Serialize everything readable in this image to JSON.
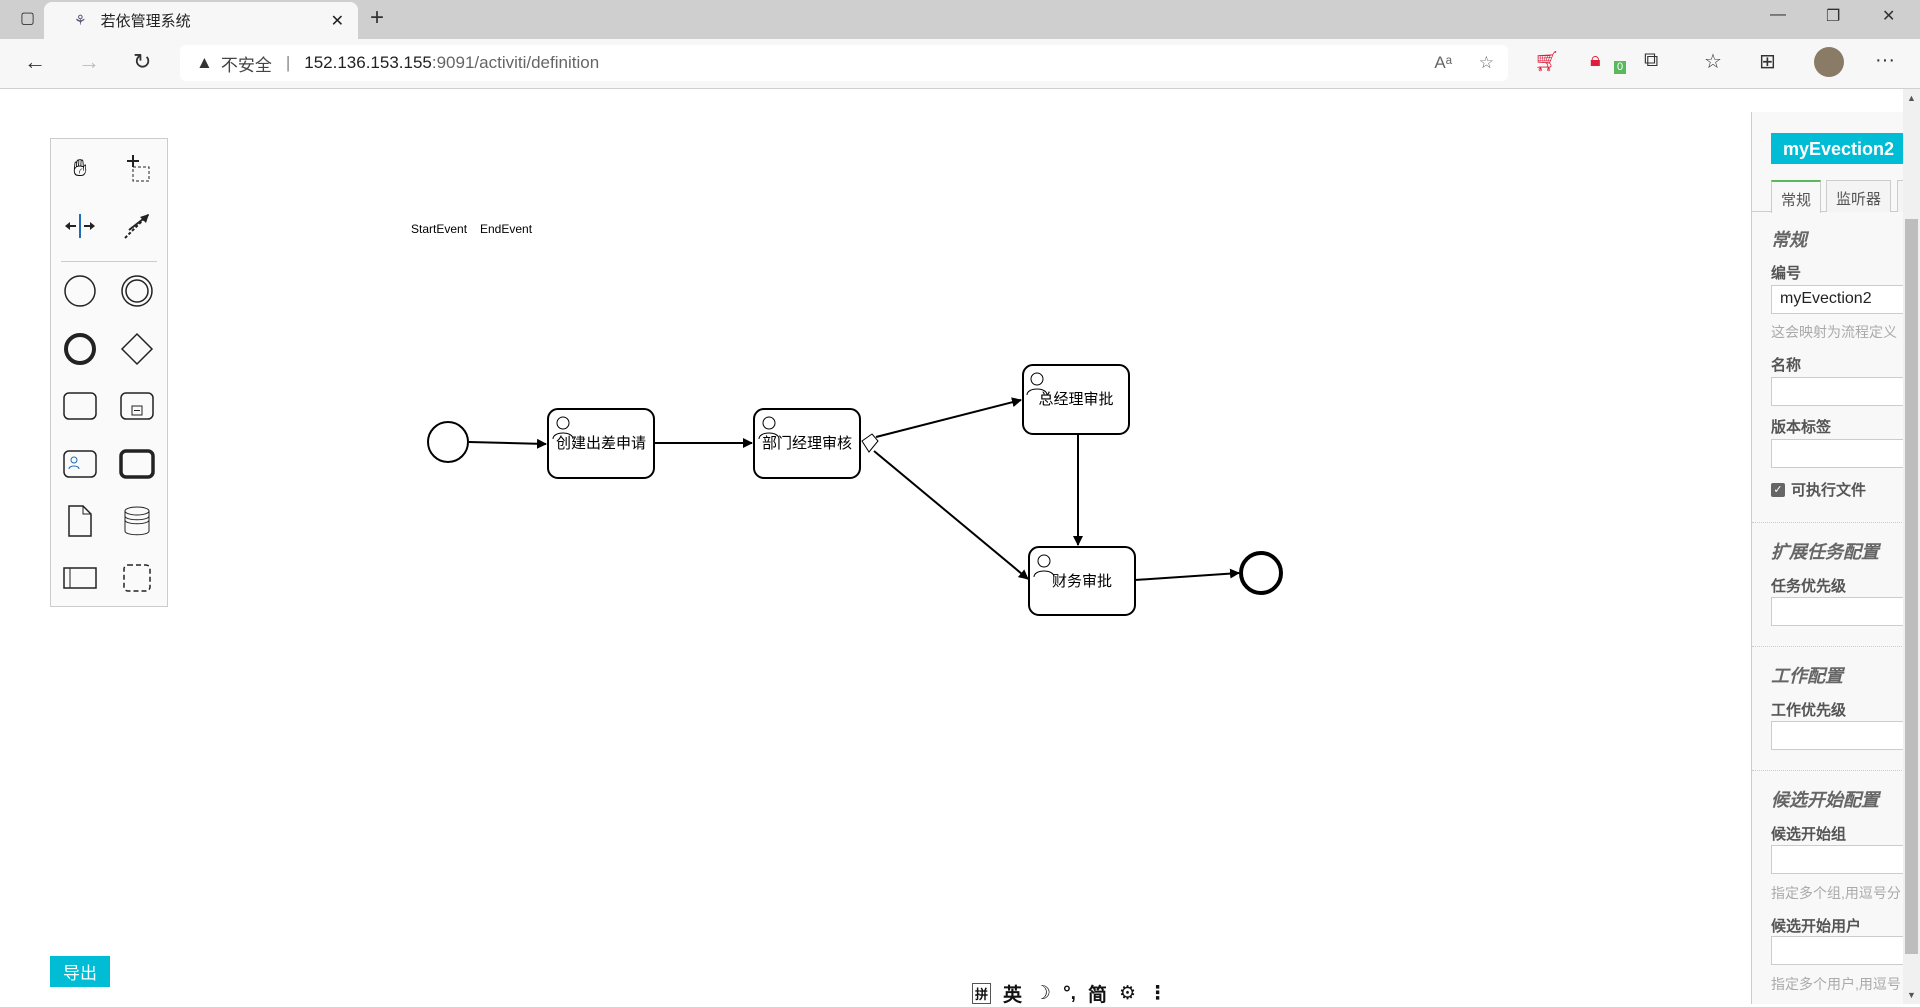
{
  "browser": {
    "tab_title": "若依管理系统",
    "security_label": "不安全",
    "url_host": "152.136.153.155",
    "url_path": ":9091/activiti/definition",
    "badge_count": "0"
  },
  "palette": {
    "tools": [
      "hand-tool",
      "lasso-tool",
      "space-tool",
      "connect-tool",
      "start-event",
      "intermediate-event",
      "end-event",
      "gateway",
      "task",
      "subprocess",
      "user-task",
      "call-activity",
      "data-object",
      "data-store",
      "pool",
      "group"
    ]
  },
  "diagram": {
    "start_label": "StartEvent",
    "end_label": "EndEvent",
    "tasks": [
      "创建出差申请",
      "部门经理审核",
      "总经理审批",
      "财务审批"
    ]
  },
  "export_label": "导出",
  "ime": {
    "items": [
      "拼",
      "英",
      "☽",
      "°,",
      "简",
      "⚙",
      "⋮"
    ]
  },
  "panel": {
    "title": "myEvection2",
    "tabs": [
      "常规",
      "监听器"
    ],
    "general_section": "常规",
    "id_label": "编号",
    "id_value": "myEvection2",
    "id_hint": "这会映射为流程定义",
    "name_label": "名称",
    "version_label": "版本标签",
    "executable_label": "可执行文件",
    "ext_section": "扩展任务配置",
    "task_priority_label": "任务优先级",
    "job_section": "工作配置",
    "job_priority_label": "工作优先级",
    "candidate_section": "候选开始配置",
    "candidate_groups_label": "候选开始组",
    "candidate_groups_hint": "指定多个组,用逗号分",
    "candidate_users_label": "候选开始用户",
    "candidate_users_hint": "指定多个用户,用逗号"
  }
}
